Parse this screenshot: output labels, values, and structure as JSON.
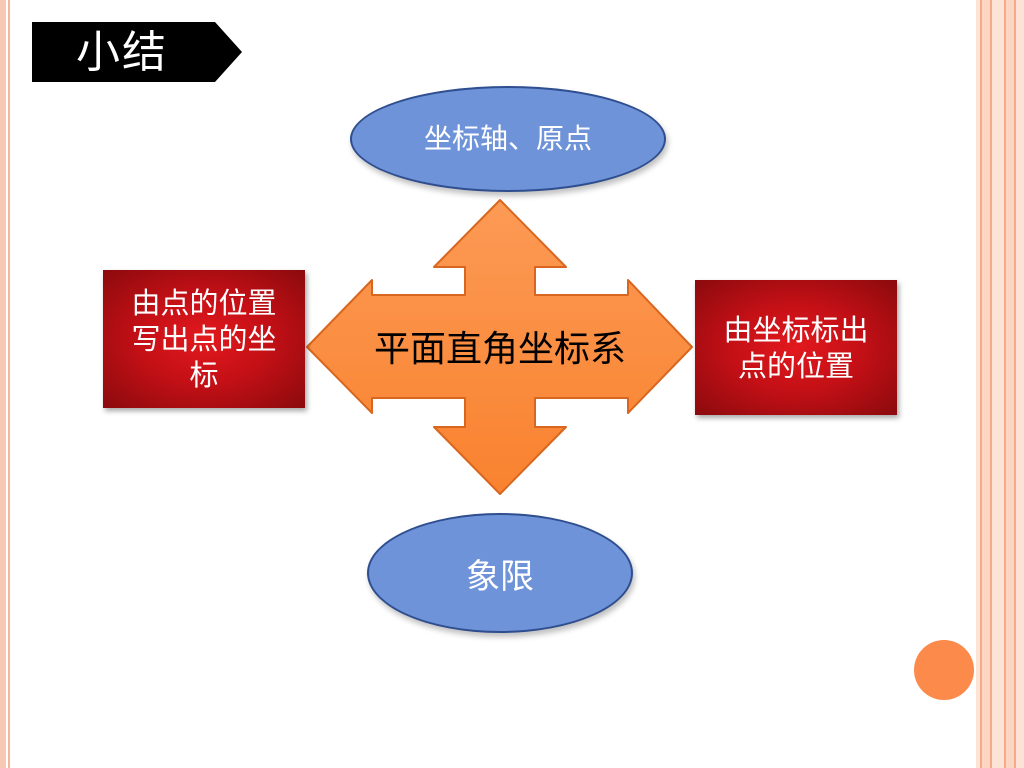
{
  "slide": {
    "title": "小结"
  },
  "diagram": {
    "center": "平面直角坐标系",
    "top": "坐标轴、原点",
    "bottom": "象限",
    "left": "由点的位置写出点的坐标",
    "right": "由坐标标出点的位置"
  },
  "colors": {
    "title_tag": "#000000",
    "ellipse_fill": "#6f93d8",
    "ellipse_border": "#2f4e8f",
    "red_box": "#c41016",
    "arrow_fill": "#fb8a41",
    "arrow_border": "#d9661f",
    "frame_accent": "#f4a988"
  }
}
